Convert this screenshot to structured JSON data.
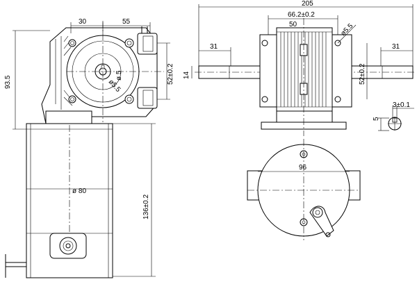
{
  "dimensions": {
    "front_gear_width": "30",
    "front_gear_offset": "55",
    "front_height": "93.5",
    "front_flange_height": "52±0.2",
    "shaft_dia": "14",
    "pitch_dia": "ø 5",
    "bolt_dia": "ø5.5",
    "motor_dia": "ø 80",
    "motor_length": "136±0.2",
    "side_total_width": "205",
    "side_mount_span": "66.2±0.2",
    "side_body_width": "50",
    "side_shaft_left": "31",
    "side_shaft_right": "31",
    "side_height": "52±0.2",
    "side_bolt_dia": "ø5.5",
    "key_width": "3±0.1",
    "key_depth": "5",
    "bottom_dia": "96"
  }
}
